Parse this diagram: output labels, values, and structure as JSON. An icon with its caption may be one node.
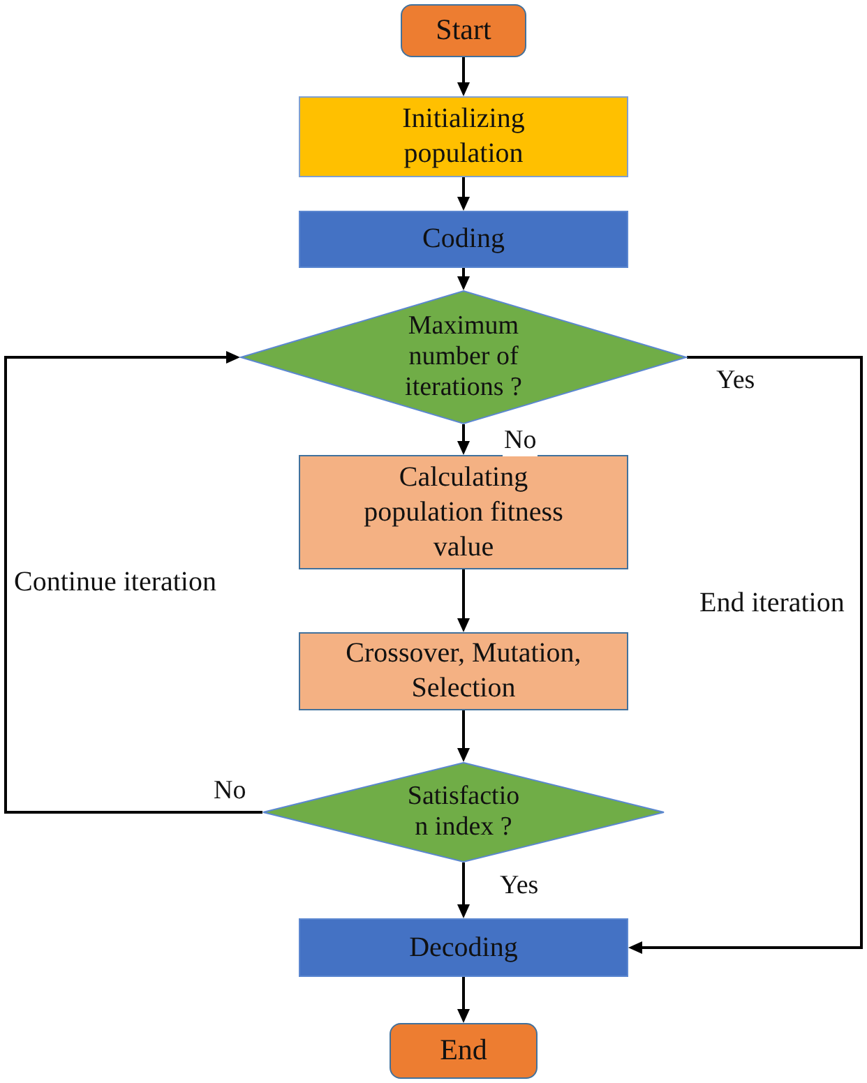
{
  "diagram": {
    "nodes": [
      {
        "text": [
          "Start"
        ]
      },
      {
        "text": [
          "Initializing population"
        ]
      },
      {
        "text": [
          "Coding"
        ]
      },
      {
        "text": [
          "Maximum number of iterations ?"
        ]
      },
      {
        "text": [
          "Calculating population fitness value"
        ]
      },
      {
        "text": [
          "Crossover, Mutation, Selection"
        ]
      },
      {
        "text": [
          "Satisfactio n index ?"
        ]
      },
      {
        "text": [
          "Decoding"
        ]
      },
      {
        "text": [
          "End"
        ]
      }
    ],
    "edges": [
      {
        "from": 0,
        "to": 1,
        "arrow": "to"
      },
      {
        "from": 1,
        "to": 2,
        "arrow": "to"
      },
      {
        "from": 2,
        "to": 3,
        "arrow": "to"
      },
      {
        "from": 3,
        "to": 4,
        "arrow": "to",
        "label": "No"
      },
      {
        "from": 4,
        "to": 5,
        "arrow": "to"
      },
      {
        "from": 5,
        "to": 6,
        "arrow": "to"
      },
      {
        "from": 6,
        "to": 7,
        "arrow": "to",
        "label": "Yes"
      },
      {
        "from": 7,
        "to": 8,
        "arrow": "to"
      },
      {
        "from": 6,
        "to": 3,
        "arrow": "to",
        "label": "No"
      },
      {
        "from": 3,
        "to": 7,
        "arrow": "to",
        "label": "Yes"
      }
    ],
    "labels": [
      "Continue iteration",
      "End iteration"
    ]
  }
}
